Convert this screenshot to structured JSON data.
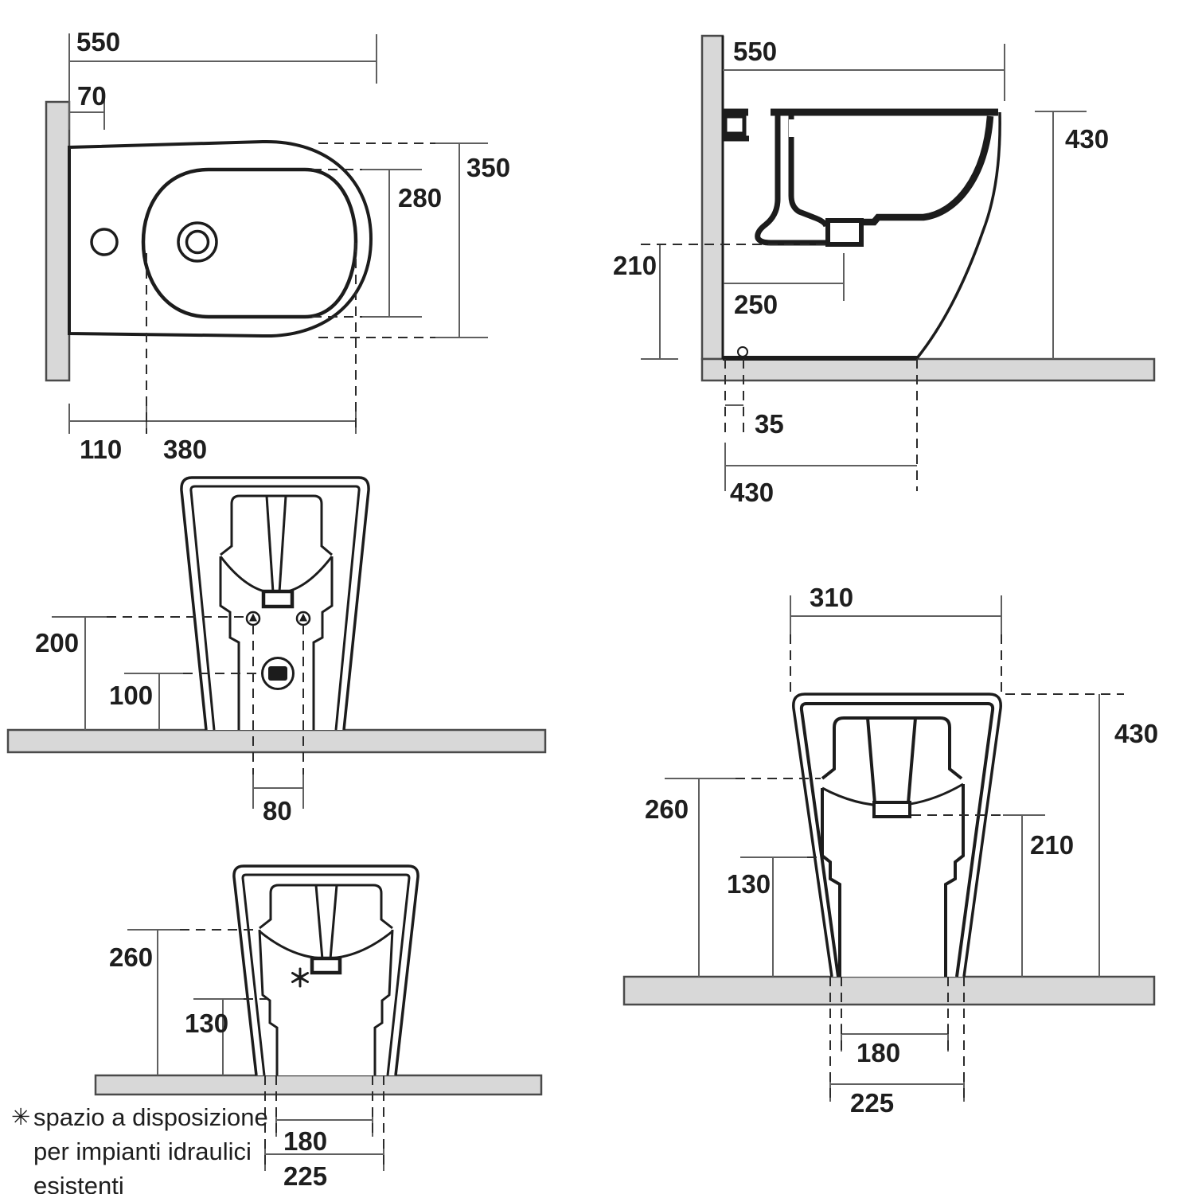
{
  "figure": {
    "plan": {
      "d550": "550",
      "d70": "70",
      "d350": "350",
      "d280": "280",
      "d110": "110",
      "d380": "380"
    },
    "side": {
      "d550": "550",
      "d430_height": "430",
      "d210": "210",
      "d250": "250",
      "d35": "35",
      "d430_depth": "430"
    },
    "rear": {
      "d200": "200",
      "d100": "100",
      "d80": "80"
    },
    "rear_lower": {
      "d260": "260",
      "d130": "130",
      "d180": "180",
      "d225": "225"
    },
    "front": {
      "d310": "310",
      "d430": "430",
      "d260": "260",
      "d130": "130",
      "d210": "210",
      "d180": "180",
      "d225": "225"
    },
    "note": {
      "symbol": "✳",
      "line1": "spazio a disposizione",
      "line2": "per impianti idraulici",
      "line3": "esistenti"
    }
  }
}
